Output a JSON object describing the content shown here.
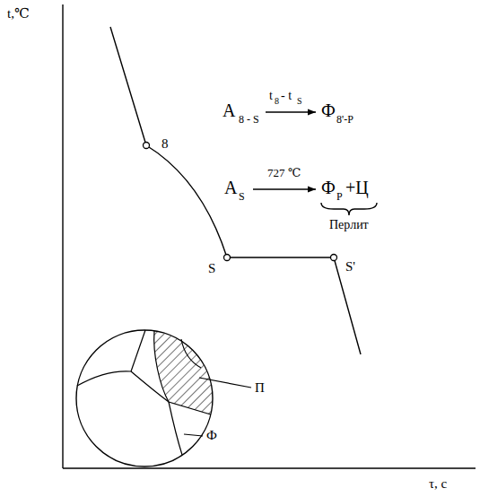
{
  "diagram": {
    "labels": [
      "t,℃",
      "τ, с",
      "8",
      "S",
      "S'",
      "А",
      "8 - S",
      "t",
      "8",
      "- t",
      "S",
      "Ф",
      "8'-Р",
      "А",
      "S",
      "727 ℃",
      "Ф",
      "Р",
      "+Ц",
      "Перлит",
      "П",
      "Ф"
    ]
  }
}
